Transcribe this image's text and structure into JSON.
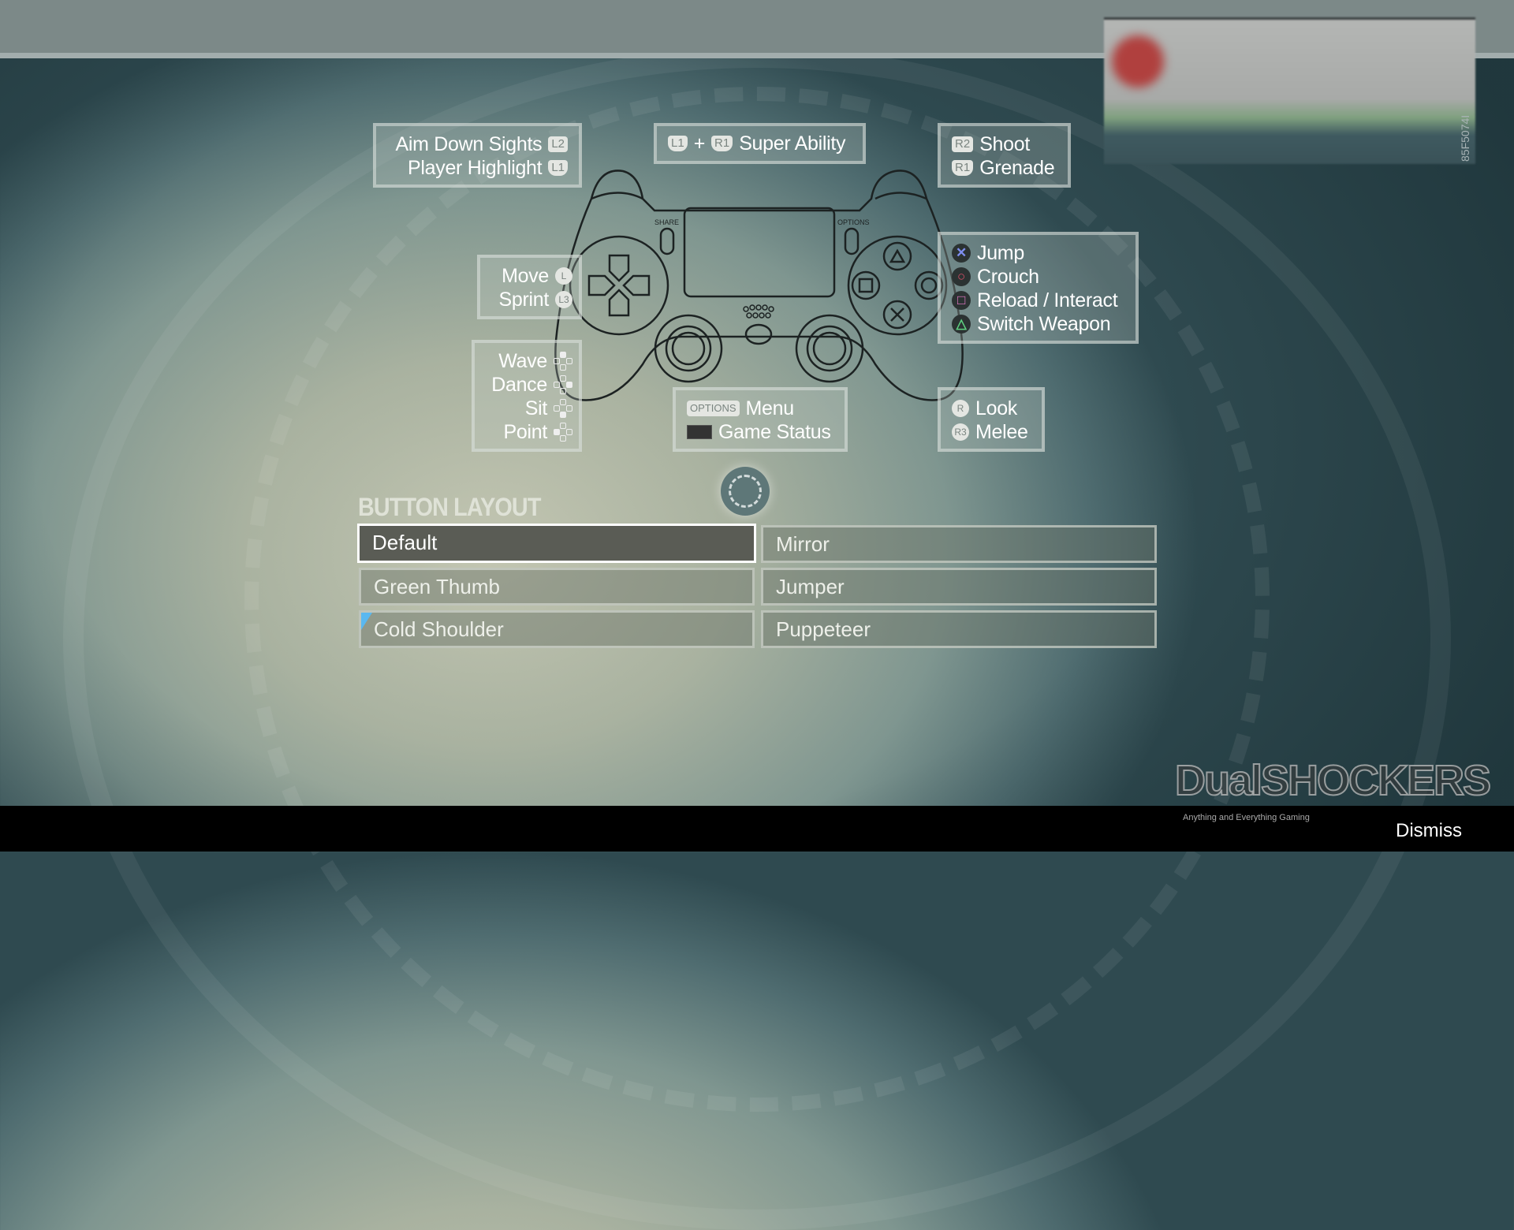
{
  "notification": {
    "watermark": "85F5074I"
  },
  "bindings": {
    "aim": {
      "label": "Aim Down Sights",
      "badge": "L2"
    },
    "highlight": {
      "label": "Player Highlight",
      "badge": "L1"
    },
    "super": {
      "badge1": "L1",
      "plus": "+",
      "badge2": "R1",
      "label": "Super Ability"
    },
    "shoot": {
      "badge": "R2",
      "label": "Shoot"
    },
    "grenade": {
      "badge": "R1",
      "label": "Grenade"
    },
    "move": {
      "label": "Move",
      "badge": "L"
    },
    "sprint": {
      "label": "Sprint",
      "badge": "L3"
    },
    "emotes": [
      {
        "label": "Wave"
      },
      {
        "label": "Dance"
      },
      {
        "label": "Sit"
      },
      {
        "label": "Point"
      }
    ],
    "menu": {
      "badge": "OPTIONS",
      "label": "Menu"
    },
    "status": {
      "label": "Game Status"
    },
    "face": [
      {
        "label": "Jump",
        "symbol": "✕",
        "color": "#7f8ff0"
      },
      {
        "label": "Crouch",
        "symbol": "○",
        "color": "#e0506a"
      },
      {
        "label": "Reload / Interact",
        "symbol": "□",
        "color": "#f07cd0"
      },
      {
        "label": "Switch Weapon",
        "symbol": "△",
        "color": "#5fd080"
      }
    ],
    "look": {
      "badge": "R",
      "label": "Look"
    },
    "melee": {
      "badge": "R3",
      "label": "Melee"
    }
  },
  "controller": {
    "share": "SHARE",
    "options": "OPTIONS"
  },
  "layout": {
    "heading": "BUTTON LAYOUT",
    "selected": "Default",
    "options": [
      "Default",
      "Mirror",
      "Green Thumb",
      "Jumper",
      "Cold Shoulder",
      "Puppeteer"
    ]
  },
  "footer": {
    "dismiss": "Dismiss",
    "logo": "DualSHOCKERS",
    "logo_tagline": "Anything and Everything Gaming"
  }
}
